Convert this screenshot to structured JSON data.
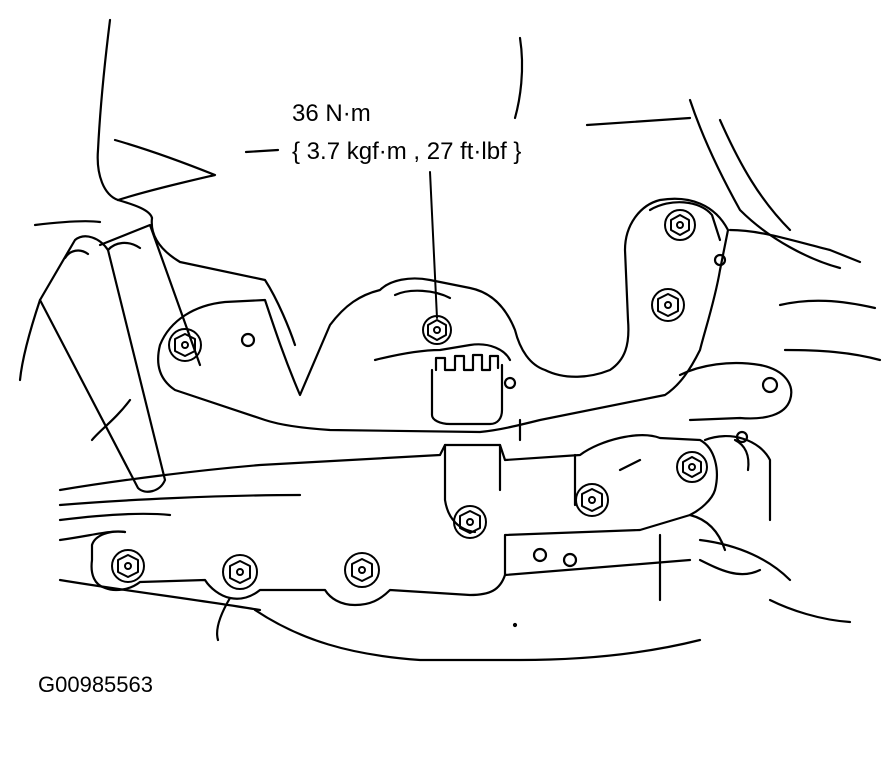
{
  "annotation": {
    "torque_value": "36 N·m",
    "torque_alternate": "{ 3.7 kgf·m , 27 ft·lbf }"
  },
  "figure_id": "G00985563",
  "colors": {
    "ink": "#000000",
    "paper": "#ffffff"
  }
}
